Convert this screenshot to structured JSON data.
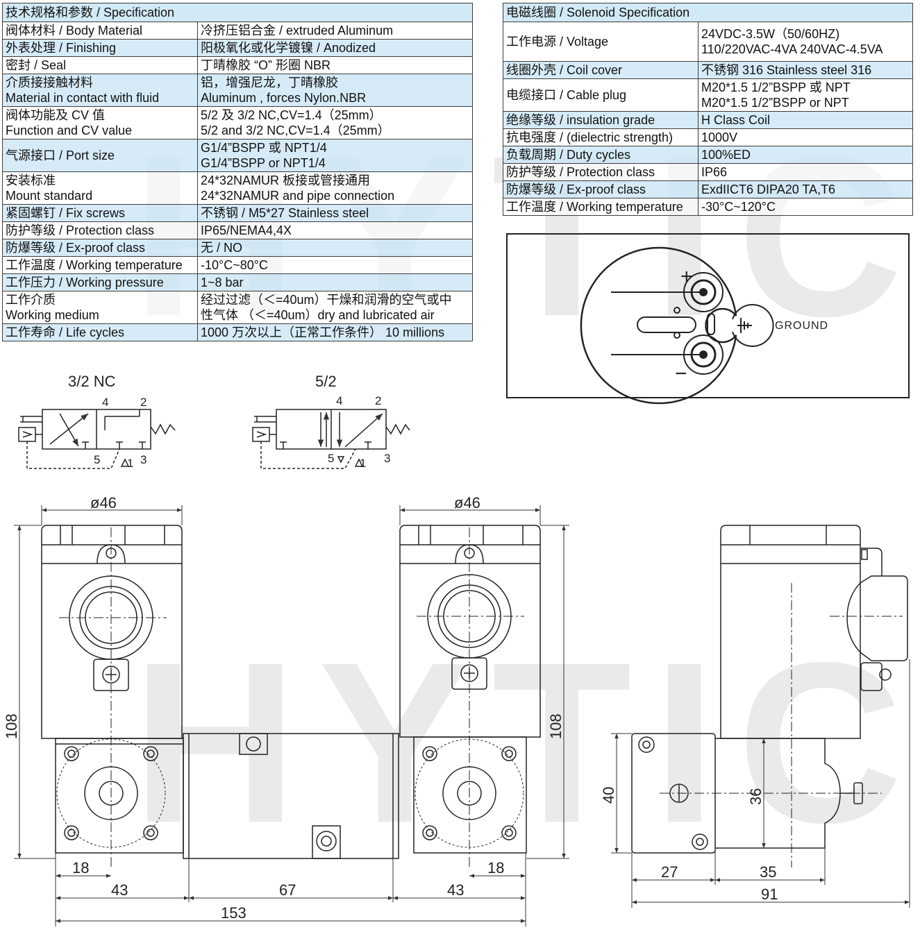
{
  "watermark": {
    "text": "HYTIC"
  },
  "spec_table": {
    "header": "技术规格和参数 / Specification",
    "rows": [
      {
        "label": [
          "阀体材料 /  Body Material"
        ],
        "value": [
          "冷挤压铝合金 / extruded Aluminum"
        ],
        "shade": "w"
      },
      {
        "label": [
          "外表处理 / Finishing"
        ],
        "value": [
          "阳极氧化或化学镀镍 / Anodized"
        ],
        "shade": "b"
      },
      {
        "label": [
          "密封 / Seal"
        ],
        "value": [
          "丁晴橡胶 “O” 形圈 NBR"
        ],
        "shade": "w"
      },
      {
        "label": [
          "介质接接触材料",
          "Material in contact with fluid"
        ],
        "value": [
          "铝，增强尼龙，丁晴橡胶",
          "Aluminum , forces Nylon.NBR"
        ],
        "shade": "b"
      },
      {
        "label": [
          "阀体功能及 CV 值",
          "Function and CV value"
        ],
        "value": [
          "5/2 及 3/2 NC,CV=1.4（25mm）",
          "5/2 and 3/2 NC,CV=1.4（25mm）"
        ],
        "shade": "w"
      },
      {
        "label": [
          "气源接口 / Port  size"
        ],
        "value": [
          "G1/4”BSPP 或 NPT1/4",
          "G1/4”BSPP or NPT1/4"
        ],
        "shade": "b"
      },
      {
        "label": [
          "安装标准",
          "Mount  standard"
        ],
        "value": [
          "24*32NAMUR 板接或管接通用",
          "24*32NAMUR and pipe connection"
        ],
        "shade": "w"
      },
      {
        "label": [
          "紧固螺钉 / Fix screws"
        ],
        "value": [
          "不锈钢 / M5*27 Stainless steel"
        ],
        "shade": "b"
      },
      {
        "label": [
          "防护等级 / Protection class"
        ],
        "value": [
          "IP65/NEMA4,4X"
        ],
        "shade": "w"
      },
      {
        "label": [
          "防爆等级 / Ex-proof class"
        ],
        "value": [
          "无 / NO"
        ],
        "shade": "b"
      },
      {
        "label": [
          "工作温度 / Working temperature"
        ],
        "value": [
          "-10°C~80°C"
        ],
        "shade": "w"
      },
      {
        "label": [
          "工作压力 / Working pressure"
        ],
        "value": [
          "1~8 bar"
        ],
        "shade": "b"
      },
      {
        "label": [
          "工作介质",
          "Working medium"
        ],
        "value": [
          "经过过滤（＜=40um）干燥和润滑的空气或中",
          "性气体  （＜=40um）dry and lubricated air"
        ],
        "shade": "w"
      },
      {
        "label": [
          "工作寿命 / Life cycles"
        ],
        "value": [
          "1000 万次以上（正常工作条件）  10 millions"
        ],
        "shade": "b"
      }
    ]
  },
  "solenoid_table": {
    "header": "电磁线圈 / Solenoid Specification",
    "rows": [
      {
        "label": [
          "工作电源 / Voltage"
        ],
        "value": [
          "24VDC-3.5W（50/60HZ)",
          "110/220VAC-4VA 240VAC-4.5VA"
        ],
        "shade": "w"
      },
      {
        "label": [
          "线圈外壳 / Coil cover"
        ],
        "value": [
          "不锈钢 316  Stainless steel 316"
        ],
        "shade": "b"
      },
      {
        "label": [
          "电缆接口 / Cable plug"
        ],
        "value": [
          "M20*1.5 1/2”BSPP 或 NPT",
          "M20*1.5 1/2”BSPP or  NPT"
        ],
        "shade": "w"
      },
      {
        "label": [
          "绝缘等级 / insulation grade"
        ],
        "value": [
          "H Class Coil"
        ],
        "shade": "b"
      },
      {
        "label": [
          "抗电强度 / (dielectric strength)"
        ],
        "value": [
          "1000V"
        ],
        "shade": "w"
      },
      {
        "label": [
          "负载周期 / Duty cycles"
        ],
        "value": [
          "100%ED"
        ],
        "shade": "b"
      },
      {
        "label": [
          "防护等级 / Protection class"
        ],
        "value": [
          "IP66"
        ],
        "shade": "w"
      },
      {
        "label": [
          "防爆等级 / Ex-proof class"
        ],
        "value": [
          "ExdIICT6 DIPA20 TA,T6"
        ],
        "shade": "b"
      },
      {
        "label": [
          "工作温度 / Working temperature"
        ],
        "value": [
          "-30°C~120°C"
        ],
        "shade": "w"
      }
    ]
  },
  "wiring": {
    "plus": "+",
    "minus": "−",
    "ground": "GROUND"
  },
  "symbols": {
    "nc": {
      "title": "3/2 NC",
      "p4": "4",
      "p2": "2",
      "p5": "5",
      "p1": "1",
      "p3": "3"
    },
    "fivetwo": {
      "title": "5/2",
      "p4": "4",
      "p2": "2",
      "p5": "5",
      "p1": "1",
      "p3": "3"
    }
  },
  "dimensions": {
    "d46": "ø46",
    "h108": "108",
    "w18": "18",
    "w43": "43",
    "w67": "67",
    "w153": "153",
    "h40": "40",
    "h36": "36",
    "w27": "27",
    "w35": "35",
    "w91": "91"
  }
}
